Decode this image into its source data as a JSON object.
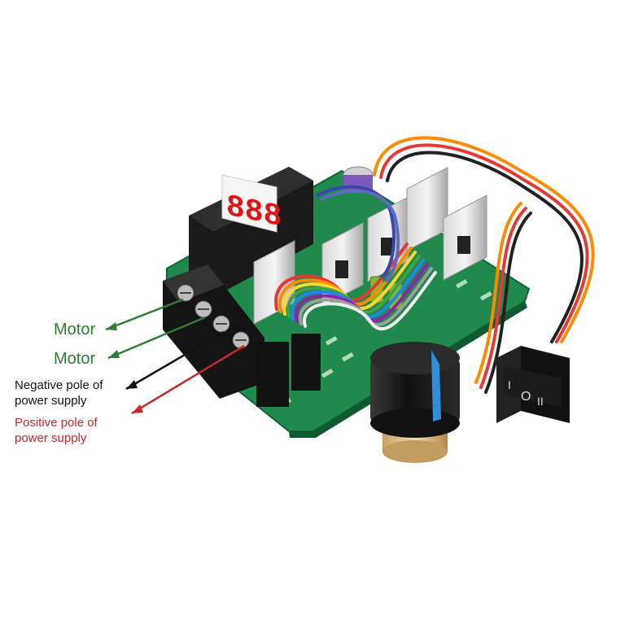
{
  "display": {
    "digits": "888"
  },
  "labels": {
    "motor_1": "Motor",
    "motor_2": "Motor",
    "negative_line1": "Negative pole of",
    "negative_line2": "power supply",
    "positive_line1": "Positive pole of",
    "positive_line2": "power supply"
  },
  "switch": {
    "symbol_on": "I",
    "symbol_off": "O",
    "symbol_mid": "II"
  },
  "colors": {
    "motor_label": "#2e7d32",
    "negative_label": "#111111",
    "positive_label": "#c62828",
    "pcb": "#1f8a4c",
    "display_digits": "#e01515",
    "knob": "#1b1b1b",
    "knob_stripe": "#2f8fd8"
  }
}
